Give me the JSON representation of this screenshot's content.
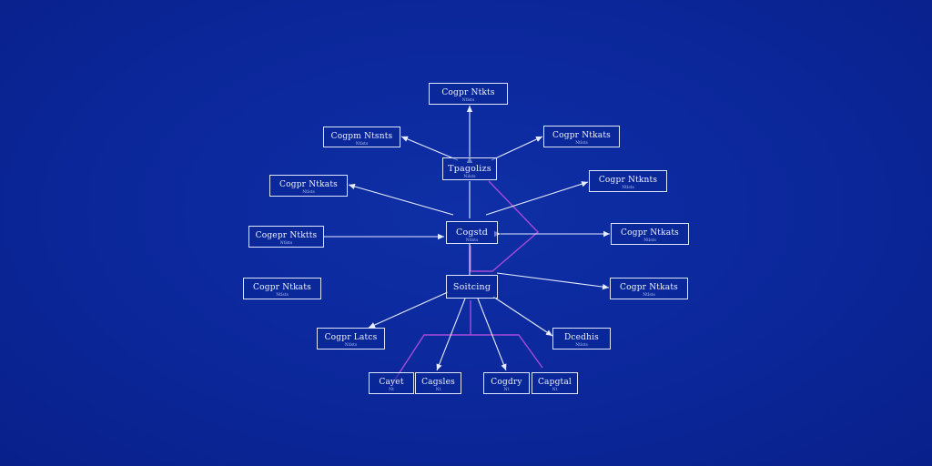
{
  "colors": {
    "background": "#0b279a",
    "line": "#e6ecff",
    "accent": "#a64bd8"
  },
  "nodes": {
    "top": {
      "title": "Cogpr Ntkts",
      "sub": "Ntlsts"
    },
    "upper_left": {
      "title": "Cogpm Ntsnts",
      "sub": "Ntlsts"
    },
    "upper_right": {
      "title": "Cogpr Ntkats",
      "sub": "Ntlsts"
    },
    "hub_top": {
      "title": "Tpagolizs",
      "sub": "Nilsts"
    },
    "mid_left": {
      "title": "Cogpr Ntkats",
      "sub": "Ntlsts"
    },
    "mid_right": {
      "title": "Cogpr Ntknts",
      "sub": "Ntlsts"
    },
    "left": {
      "title": "Cogepr Ntktts",
      "sub": "Ntlsts"
    },
    "hub_mid": {
      "title": "Cogstd",
      "sub": "Ntlsts"
    },
    "right": {
      "title": "Cogpr Ntkats",
      "sub": "Ntlsts"
    },
    "lower_left": {
      "title": "Cogpr Ntkats",
      "sub": "Ntlsts"
    },
    "hub_low": {
      "title": "Soitcing",
      "sub": ""
    },
    "lower_right": {
      "title": "Cogpr Ntkats",
      "sub": "Ntlsts"
    },
    "bl_left": {
      "title": "Cogpr Latcs",
      "sub": "Ntlsts"
    },
    "br_left": {
      "title": "Dcedhis",
      "sub": "Ntlsts"
    },
    "leaf1": {
      "title": "Cayet",
      "sub": "Nt"
    },
    "leaf2": {
      "title": "Cagsles",
      "sub": "Nt"
    },
    "leaf3": {
      "title": "Cogdry",
      "sub": "Nt"
    },
    "leaf4": {
      "title": "Capgtal",
      "sub": "Nt"
    }
  }
}
